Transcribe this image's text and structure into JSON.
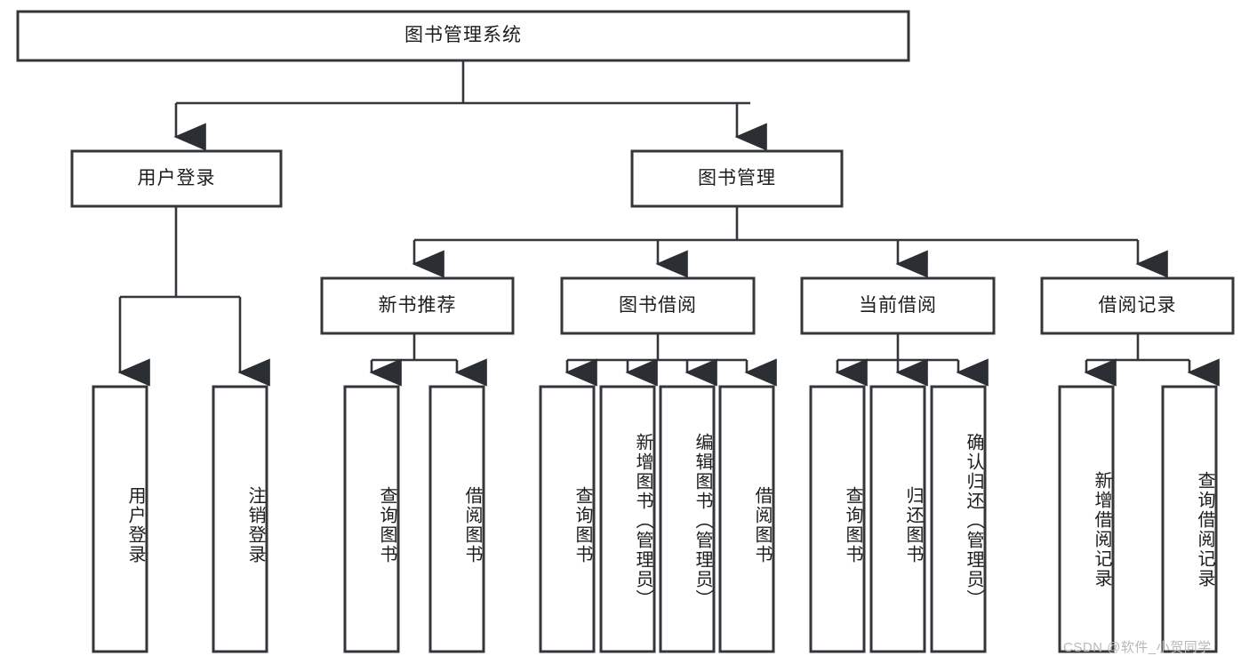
{
  "diagram": {
    "type": "tree-hierarchy-chart",
    "title": "图书管理系统",
    "orientation": "top-down",
    "colors": {
      "box_stroke": "#33373b",
      "box_fill": "#ffffff",
      "connector": "#33373b",
      "text": "#1d1d1d",
      "watermark": "#b9b9b9",
      "background": "#ffffff"
    },
    "root": {
      "label": "图书管理系统"
    },
    "level2": [
      {
        "label": "用户登录"
      },
      {
        "label": "图书管理"
      }
    ],
    "level3": [
      {
        "label": "新书推荐"
      },
      {
        "label": "图书借阅"
      },
      {
        "label": "当前借阅"
      },
      {
        "label": "借阅记录"
      }
    ],
    "leaves": {
      "user_login": [
        {
          "label": "用户登录"
        },
        {
          "label": "注销登录"
        }
      ],
      "new_book_recommend": [
        {
          "label": "查询图书"
        },
        {
          "label": "借阅图书"
        }
      ],
      "book_borrow": [
        {
          "label": "查询图书"
        },
        {
          "label": "新增图书（管理员）"
        },
        {
          "label": "编辑图书（管理员）"
        },
        {
          "label": "借阅图书"
        }
      ],
      "current_borrow": [
        {
          "label": "查询图书"
        },
        {
          "label": "归还图书"
        },
        {
          "label": "确认归还（管理员）"
        }
      ],
      "borrow_record": [
        {
          "label": "新增借阅记录"
        },
        {
          "label": "查询借阅记录"
        }
      ]
    }
  },
  "watermark": {
    "text": "CSDN @软件_小贺同学"
  }
}
